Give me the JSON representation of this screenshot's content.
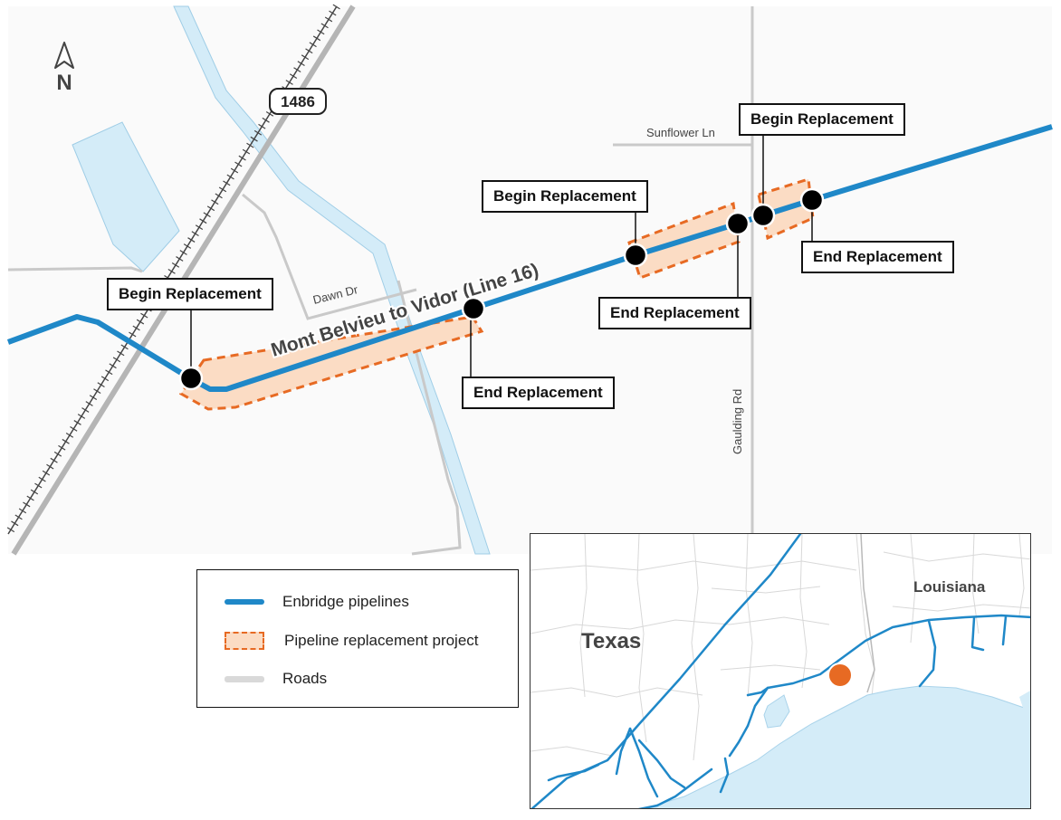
{
  "north_arrow": {
    "letter": "N"
  },
  "highway_shield": {
    "number": "1486"
  },
  "roads": {
    "sunflower": "Sunflower Ln",
    "dawn": "Dawn Dr",
    "gaulding": "Gaulding Rd"
  },
  "pipeline_label": "Mont Belvieu to Vidor (Line 16)",
  "markers": {
    "begin_1": "Begin Replacement",
    "end_1": "End Replacement",
    "begin_2": "Begin Replacement",
    "end_2": "End Replacement",
    "begin_3": "Begin Replacement",
    "end_3": "End Replacement"
  },
  "legend": {
    "items": [
      {
        "label": "Enbridge pipelines",
        "symbol": "pipeline-line"
      },
      {
        "label": "Pipeline replacement project",
        "symbol": "project-box"
      },
      {
        "label": "Roads",
        "symbol": "road-line"
      }
    ]
  },
  "inset": {
    "state_left": "Texas",
    "state_right": "Louisiana"
  },
  "colors": {
    "pipeline": "#1f88c8",
    "project_fill": "#fbdcc4",
    "project_stroke": "#e76a23",
    "road": "#d9d9d9",
    "water": "#d4ecf8",
    "marker": "#e76a23"
  }
}
